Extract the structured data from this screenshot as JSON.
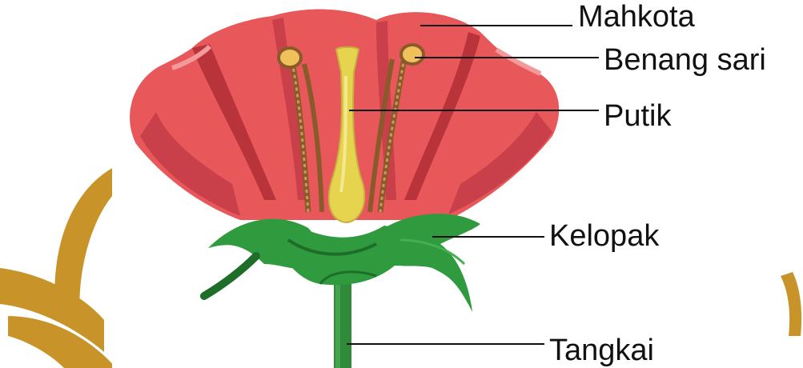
{
  "labels": {
    "mahkota": "Mahkota",
    "benang_sari": "Benang sari",
    "putik": "Putik",
    "kelopak": "Kelopak",
    "tangkai": "Tangkai"
  },
  "colors": {
    "petal": "#e8585a",
    "petal_dark": "#b8343a",
    "petal_light": "#f07a7a",
    "pistil": "#e6d44e",
    "stamen": "#a8783c",
    "anther": "#f0c05a",
    "sepal": "#2f9a3e",
    "sepal_dark": "#1e6e2a",
    "stem": "#2f8a3a",
    "watermark": "#c8942a",
    "line": "#111111"
  }
}
